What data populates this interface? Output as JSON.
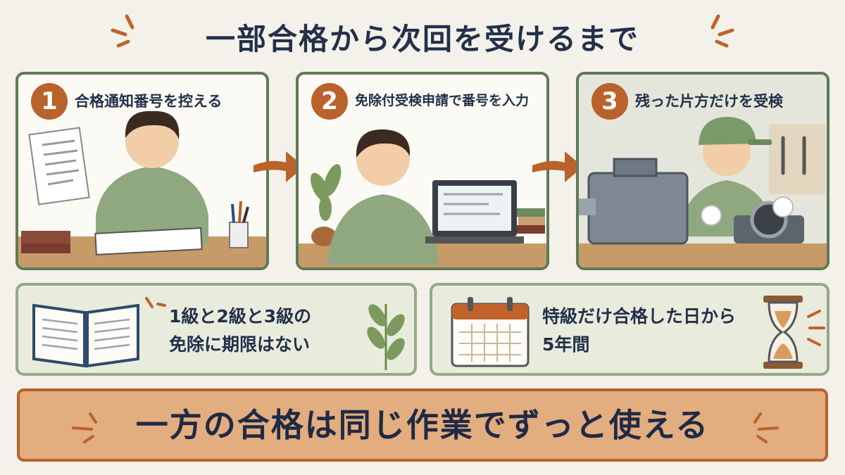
{
  "title": "一部合格から次回を受けるまで",
  "steps": [
    {
      "number": "1",
      "label": "合格通知番号を控える"
    },
    {
      "number": "2",
      "label": "免除付受検申請で番号を入力"
    },
    {
      "number": "3",
      "label": "残った片方だけを受検"
    }
  ],
  "info_left": {
    "line1": "1級と2級と3級の",
    "line2": "免除に期限はない"
  },
  "info_right": {
    "line1": "特級だけ合格した日から",
    "line2": "5年間"
  },
  "banner": "一方の合格は同じ作業でずっと使える",
  "colors": {
    "accent": "#b9622b",
    "navy": "#23304a",
    "green_border": "#5f7a56",
    "banner_bg": "#e2ad7f",
    "info_bg": "#e9ecdd"
  }
}
